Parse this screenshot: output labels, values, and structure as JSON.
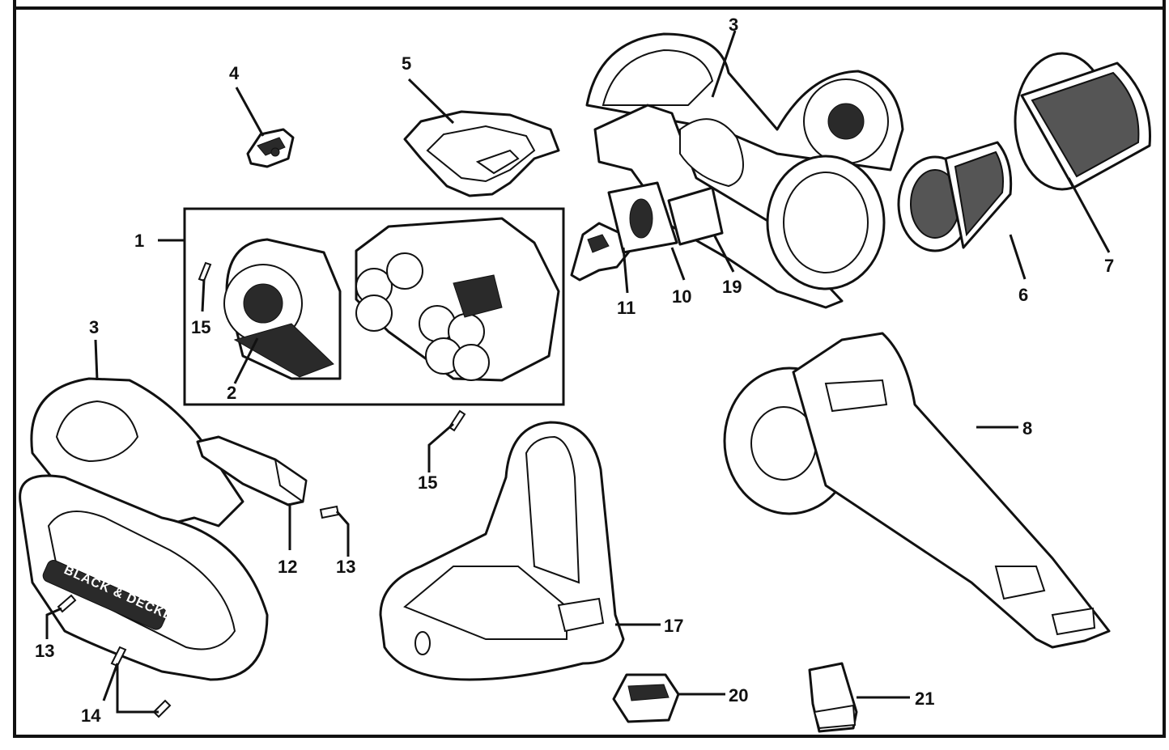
{
  "diagram": {
    "callouts": {
      "c1": "1",
      "c2": "2",
      "c3a": "3",
      "c3b": "3",
      "c4": "4",
      "c5": "5",
      "c6": "6",
      "c7": "7",
      "c8": "8",
      "c10": "10",
      "c11": "11",
      "c12": "12",
      "c13a": "13",
      "c13b": "13",
      "c14": "14",
      "c15a": "15",
      "c15b": "15",
      "c17": "17",
      "c19": "19",
      "c20": "20",
      "c21": "21"
    },
    "brand_text": "BLACK & DECKER"
  }
}
